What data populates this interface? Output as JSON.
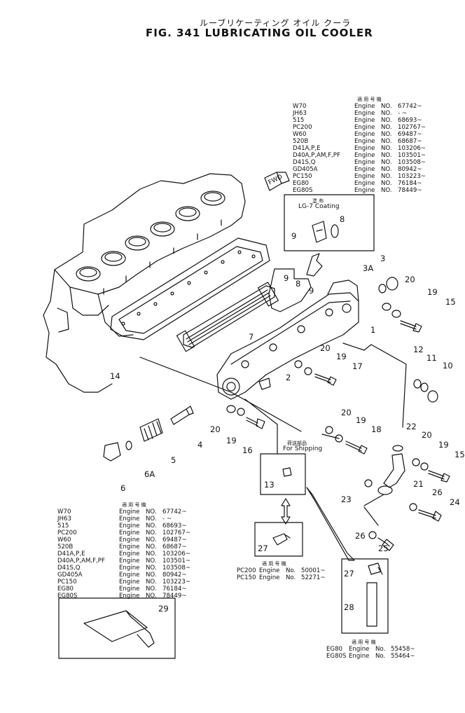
{
  "title": {
    "japanese": "ルーブリケーティング オイル クーラ",
    "english": "FIG. 341 LUBRICATING OIL COOLER"
  },
  "serial_table_top": {
    "header": "適 用 号 機",
    "rows": [
      {
        "model": "W70",
        "engine": "Engine",
        "no": "NO.",
        "serial": "67742~"
      },
      {
        "model": "JH63",
        "engine": "Engine",
        "no": "NO.",
        "serial": "- ~"
      },
      {
        "model": "515",
        "engine": "Engine",
        "no": "NO.",
        "serial": "68693~"
      },
      {
        "model": "PC200",
        "engine": "Engine",
        "no": "NO.",
        "serial": "102767~"
      },
      {
        "model": "W60",
        "engine": "Engine",
        "no": "NO.",
        "serial": "69487~"
      },
      {
        "model": "520B",
        "engine": "Engine",
        "no": "NO.",
        "serial": "68687~"
      },
      {
        "model": "D41A,P,E",
        "engine": "Engine",
        "no": "NO.",
        "serial": "103206~"
      },
      {
        "model": "D40A,P,AM,F,PF",
        "engine": "Engine",
        "no": "NO.",
        "serial": "103501~"
      },
      {
        "model": "D41S,Q",
        "engine": "Engine",
        "no": "NO.",
        "serial": "103508~"
      },
      {
        "model": "GD405A",
        "engine": "Engine",
        "no": "NO.",
        "serial": "80942~"
      },
      {
        "model": "PC150",
        "engine": "Engine",
        "no": "NO.",
        "serial": "103223~"
      },
      {
        "model": "EG80",
        "engine": "Engine",
        "no": "NO.",
        "serial": "76184~"
      },
      {
        "model": "EG80S",
        "engine": "Engine",
        "no": "NO.",
        "serial": "78449~"
      }
    ]
  },
  "serial_table_bottom": {
    "header": "適 用 号 機",
    "rows": [
      {
        "model": "W70",
        "engine": "Engine",
        "no": "NO.",
        "serial": "67742~"
      },
      {
        "model": "JH63",
        "engine": "Engine",
        "no": "NO.",
        "serial": "- ~"
      },
      {
        "model": "515",
        "engine": "Engine",
        "no": "NO.",
        "serial": "68693~"
      },
      {
        "model": "PC200",
        "engine": "Engine",
        "no": "NO.",
        "serial": "102767~"
      },
      {
        "model": "W60",
        "engine": "Engine",
        "no": "NO.",
        "serial": "69487~"
      },
      {
        "model": "520B",
        "engine": "Engine",
        "no": "NO.",
        "serial": "68687~"
      },
      {
        "model": "D41A,P,E",
        "engine": "Engine",
        "no": "NO.",
        "serial": "103206~"
      },
      {
        "model": "D40A,P,AM,F,PF",
        "engine": "Engine",
        "no": "NO.",
        "serial": "103501~"
      },
      {
        "model": "D41S,Q",
        "engine": "Engine",
        "no": "NO.",
        "serial": "103508~"
      },
      {
        "model": "GD405A",
        "engine": "Engine",
        "no": "NO.",
        "serial": "80942~"
      },
      {
        "model": "PC150",
        "engine": "Engine",
        "no": "NO.",
        "serial": "103223~"
      },
      {
        "model": "EG80",
        "engine": "Engine",
        "no": "NO.",
        "serial": "76184~"
      },
      {
        "model": "EG80S",
        "engine": "Engine",
        "no": "NO.",
        "serial": "78449~"
      }
    ]
  },
  "pc_table": {
    "header": "適 用 号 機",
    "rows": [
      {
        "model": "PC200",
        "engine": "Engine",
        "no": "No.",
        "serial": "50001~"
      },
      {
        "model": "PC150",
        "engine": "Engine",
        "no": "No.",
        "serial": "52271~"
      }
    ]
  },
  "eg_table": {
    "header": "適 用 号 機",
    "rows": [
      {
        "model": "EG80",
        "engine": "Engine",
        "no": "No.",
        "serial": "55458~"
      },
      {
        "model": "EG80S",
        "engine": "Engine",
        "no": "No.",
        "serial": "55464~"
      }
    ]
  },
  "fwd_label": "FWD",
  "coating_box": {
    "header": "塗 布",
    "text": "LG-7 Coating"
  },
  "shipping_box": {
    "header": "荷送部品",
    "text": "For Shipping"
  },
  "callouts": [
    "1",
    "2",
    "3",
    "3A",
    "4",
    "5",
    "6",
    "6A",
    "7",
    "8",
    "9",
    "10",
    "11",
    "12",
    "13",
    "14",
    "15",
    "16",
    "17",
    "18",
    "19",
    "20",
    "21",
    "22",
    "23",
    "24",
    "25",
    "26",
    "27",
    "28",
    "29"
  ]
}
